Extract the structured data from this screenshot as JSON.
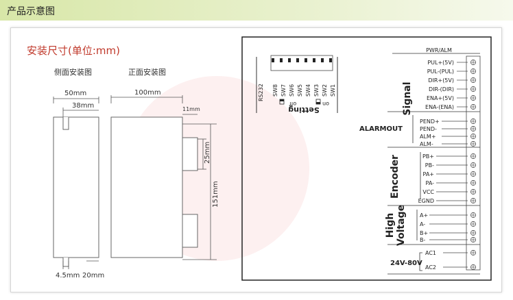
{
  "header": {
    "title": "产品示意图"
  },
  "dimensions": {
    "title": "安装尺寸(单位:mm)",
    "side_view_label": "侧面安装图",
    "front_view_label": "正面安装图",
    "side_width": "50mm",
    "side_inner": "38mm",
    "front_width": "100mm",
    "top_offset": "11mm",
    "slot": "25mm",
    "height": "151mm",
    "bottom_left": "4.5mm",
    "bottom_right": "20mm"
  },
  "switches": {
    "rs232_label": "RS232",
    "labels": [
      "SW8",
      "SW7",
      "SW6",
      "SW5",
      "SW4",
      "SW3",
      "SW2",
      "SW1"
    ],
    "off_label": "off",
    "on_label": "on",
    "setting_label": "Setting"
  },
  "terminals": {
    "pwr_alm_label": "PWR/ALM",
    "signal_group": "Signal",
    "signal_pins": [
      "PUL+(5V)",
      "PUL-(PUL)",
      "DIR+(5V)",
      "DIR-(DIR)",
      "ENA+(5V)",
      "ENA-(ENA)"
    ],
    "alarm_group": "ALARMOUT",
    "alarm_pins": [
      "PEND+",
      "PEND-",
      "ALM+",
      "ALM-"
    ],
    "encoder_group": "Encoder",
    "encoder_pins": [
      "PB+",
      "PB-",
      "PA+",
      "PA-",
      "VCC",
      "EGND"
    ],
    "hv_group_line1": "High",
    "hv_group_line2": "Voltage",
    "hv_pins": [
      "A+",
      "A-",
      "B+",
      "B-"
    ],
    "ac_group": "24V-80V",
    "ac_pins": [
      "AC1",
      "AC2"
    ]
  },
  "colors": {
    "accent_title": "#c0392b",
    "header_bar": "#d8e7a8"
  }
}
